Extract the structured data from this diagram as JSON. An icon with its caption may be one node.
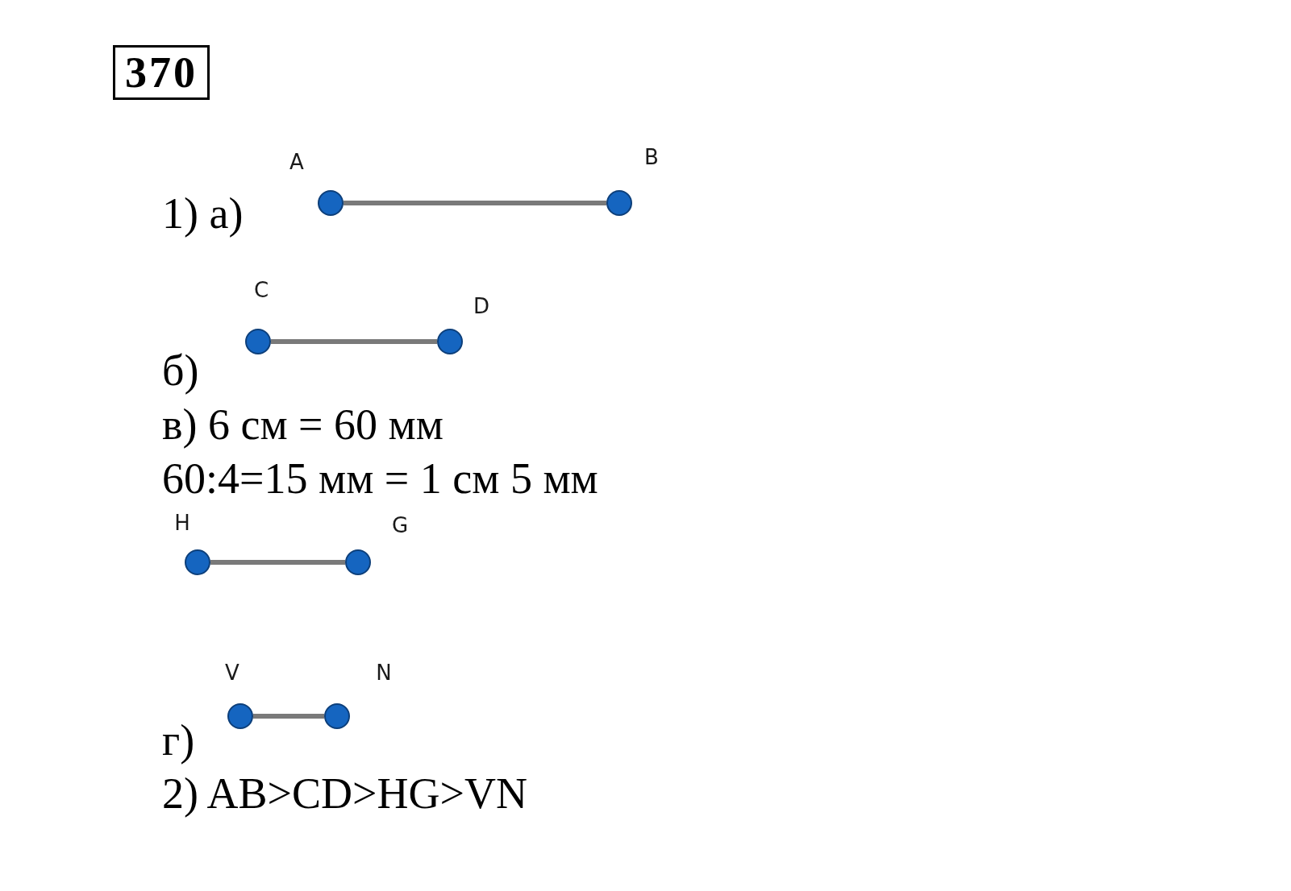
{
  "diagram": {
    "nodes": [
      {
        "text": [],
        "shape": "circle",
        "beside": [
          "A"
        ]
      },
      {
        "text": [],
        "shape": "circle",
        "beside": [
          "B"
        ]
      },
      {
        "text": [],
        "shape": "circle",
        "beside": [
          "C"
        ]
      },
      {
        "text": [],
        "shape": "circle",
        "beside": [
          "D"
        ]
      },
      {
        "text": [],
        "shape": "circle",
        "beside": [
          "H"
        ]
      },
      {
        "text": [],
        "shape": "circle",
        "beside": [
          "G"
        ]
      },
      {
        "text": [],
        "shape": "circle",
        "beside": [
          "V"
        ]
      },
      {
        "text": [],
        "shape": "circle",
        "beside": [
          "N"
        ]
      }
    ],
    "edges": [
      {
        "from": 0,
        "to": 1,
        "arrow": "none"
      },
      {
        "from": 2,
        "to": 3,
        "arrow": "none"
      },
      {
        "from": 4,
        "to": 5,
        "arrow": "none"
      },
      {
        "from": 6,
        "to": 7,
        "arrow": "none"
      }
    ],
    "labels": [
      "370",
      "1) а)",
      "б)",
      "в) 6 см = 60 мм",
      "60:4=15 мм = 1 см 5 мм",
      "г)",
      "2) AB>CD>HG>VN"
    ]
  }
}
